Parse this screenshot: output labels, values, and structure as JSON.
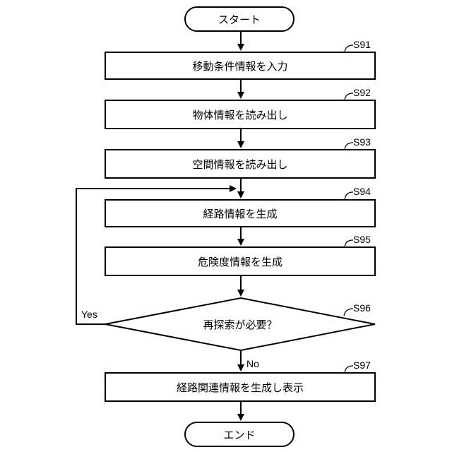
{
  "flowchart": {
    "start": "スタート",
    "end": "エンド",
    "steps": [
      {
        "id": "S91",
        "text": "移動条件情報を入力"
      },
      {
        "id": "S92",
        "text": "物体情報を読み出し"
      },
      {
        "id": "S93",
        "text": "空間情報を読み出し"
      },
      {
        "id": "S94",
        "text": "経路情報を生成"
      },
      {
        "id": "S95",
        "text": "危険度情報を生成"
      },
      {
        "id": "S97",
        "text": "経路関連情報を生成し表示"
      }
    ],
    "decision": {
      "id": "S96",
      "text": "再探索が必要？",
      "yes_label": "Yes",
      "no_label": "No"
    }
  }
}
